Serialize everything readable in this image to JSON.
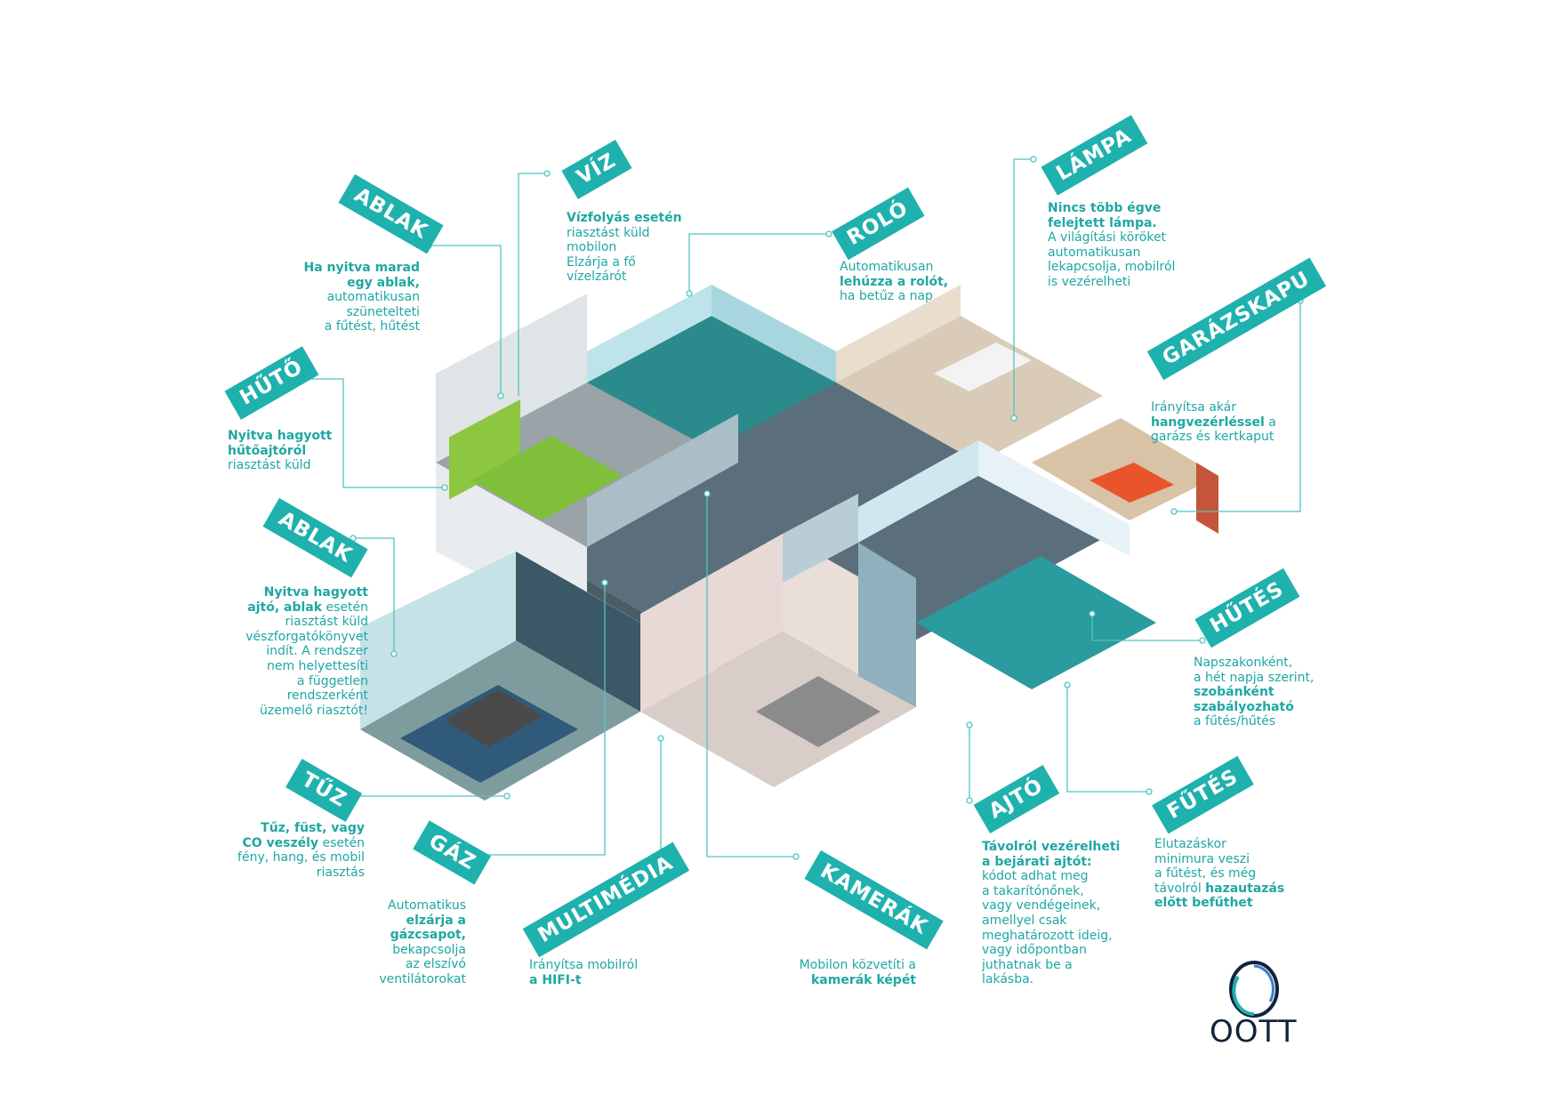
{
  "colors": {
    "accent": "#1fb1ad",
    "text": "#1fa7a3",
    "line": "#52c4c0",
    "logo": "#11233a"
  },
  "labels": {
    "ablak1": "ABLAK",
    "viz": "VÍZ",
    "rolo": "ROLÓ",
    "lampa": "LÁMPA",
    "garazskapu": "GARÁZSKAPU",
    "huto": "HŰTŐ",
    "ablak2": "ABLAK",
    "hutes": "HŰTÉS",
    "tuz": "TŰZ",
    "gaz": "GÁZ",
    "multimedia": "MULTIMÉDIA",
    "kamerak": "KAMERÁK",
    "ajto": "AJTÓ",
    "futes": "FŰTÉS"
  },
  "desc": {
    "ablak1": {
      "b1": "Ha nyitva marad",
      "b2": "egy ablak,",
      "l3": "automatikusan",
      "l4": "szünetelteti",
      "l5": "a fűtést, hűtést"
    },
    "viz": {
      "b1": "Vízfolyás esetén",
      "l2": "riasztást küld",
      "l3": "mobilon",
      "l4": "Elzárja a fő",
      "l5": "vízelzárót"
    },
    "rolo": {
      "l1": "Automatikusan",
      "b2": "lehúzza a rolót,",
      "l3": "ha betűz a nap"
    },
    "lampa": {
      "b1": "Nincs több égve",
      "b2": "felejtett lámpa.",
      "l3": "A világítási köröket",
      "l4": "automatikusan",
      "l5": "lekapcsolja, mobilról",
      "l6": "is vezérelheti"
    },
    "garazskapu": {
      "l1a": "Irányítsa akár",
      "b2": "hangvezérléssel",
      "l2b": " a",
      "l3": "garázs és kertkaput"
    },
    "huto": {
      "b1": "Nyitva hagyott",
      "b2": "hűtőajtóról",
      "l3": "riasztást küld"
    },
    "ablak2": {
      "b1": "Nyitva hagyott",
      "b2": "ajtó, ablak",
      "l2b": " esetén",
      "l3": "riasztást küld",
      "l4": "vészforgatókönyvet",
      "l5": "indít. A rendszer",
      "l6": "nem helyettesíti",
      "l7": "a független",
      "l8": "rendszerként",
      "l9": "üzemelő riasztót!"
    },
    "hutes": {
      "l1": "Napszakonként,",
      "l2": "a hét napja szerint,",
      "b3": "szobánként",
      "b4": "szabályozható",
      "l5": "a fűtés/hűtés"
    },
    "tuz": {
      "b1": "Tűz, füst, vagy",
      "b2": "CO veszély",
      "l2b": " esetén",
      "l3": "fény, hang, és mobil",
      "l4": "riasztás"
    },
    "gaz": {
      "l1": "Automatikus",
      "b2": "elzárja a",
      "b3": "gázcsapot,",
      "l4": "bekapcsolja",
      "l5": "az elszívó",
      "l6": "ventilátorokat"
    },
    "multimedia": {
      "l1": "Irányítsa mobilról",
      "b2": "a HIFI-t"
    },
    "kamerak": {
      "l1": "Mobilon közvetíti a",
      "b2": "kamerák képét"
    },
    "ajto": {
      "b1": "Távolról vezérelheti",
      "b2": "a bejárati ajtót:",
      "l3": "kódot adhat meg",
      "l4": "a takarítónőnek,",
      "l5": "vagy vendégeinek,",
      "l6": "amellyel csak",
      "l7": "meghatározott ideig,",
      "l8": "vagy időpontban",
      "l9": "juthatnak be a",
      "l10": "lakásba."
    },
    "futes": {
      "l1": "Elutazáskor",
      "l2": "minimura veszi",
      "l3": "a fűtést, és még",
      "l4a": "távolról ",
      "b4": "hazautazás",
      "b5": "előtt befűthet"
    }
  },
  "logo": {
    "text": "OOTT",
    "icon": "ring-logo-icon"
  }
}
